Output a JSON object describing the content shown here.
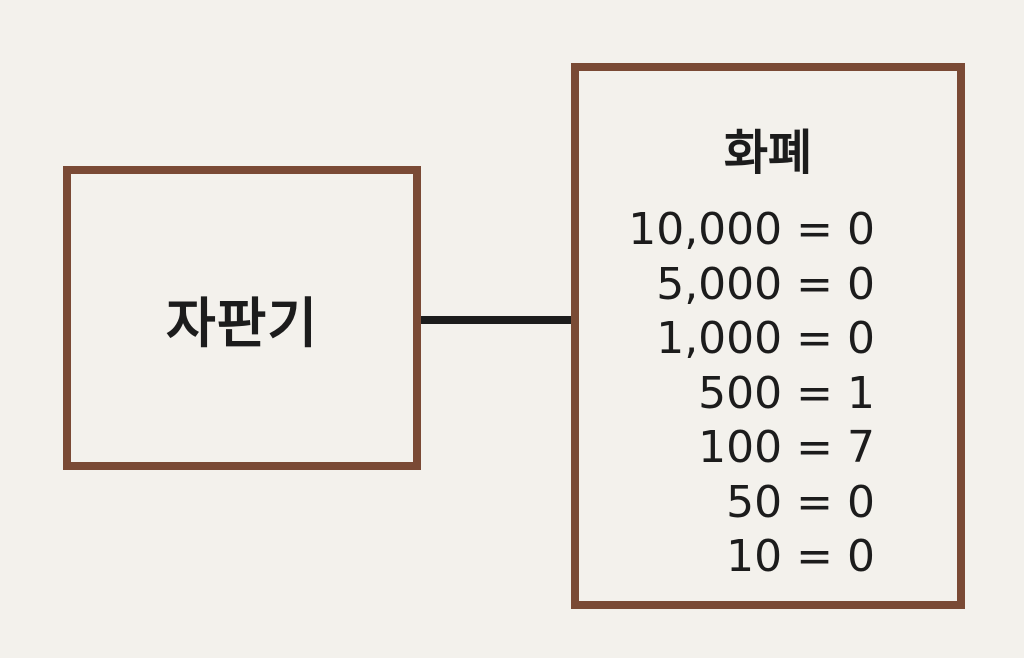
{
  "machine": {
    "label": "자판기"
  },
  "currency": {
    "title": "화폐",
    "denominations": [
      "10,000 = 0",
      "5,000 = 0",
      "1,000 = 0",
      "500 = 1",
      "100 = 7",
      "50 = 0",
      "10 = 0"
    ]
  },
  "colors": {
    "border": "#7a4a35",
    "connector": "#1c1c1c",
    "background": "#f3f1ec",
    "text": "#1c1c1c"
  }
}
